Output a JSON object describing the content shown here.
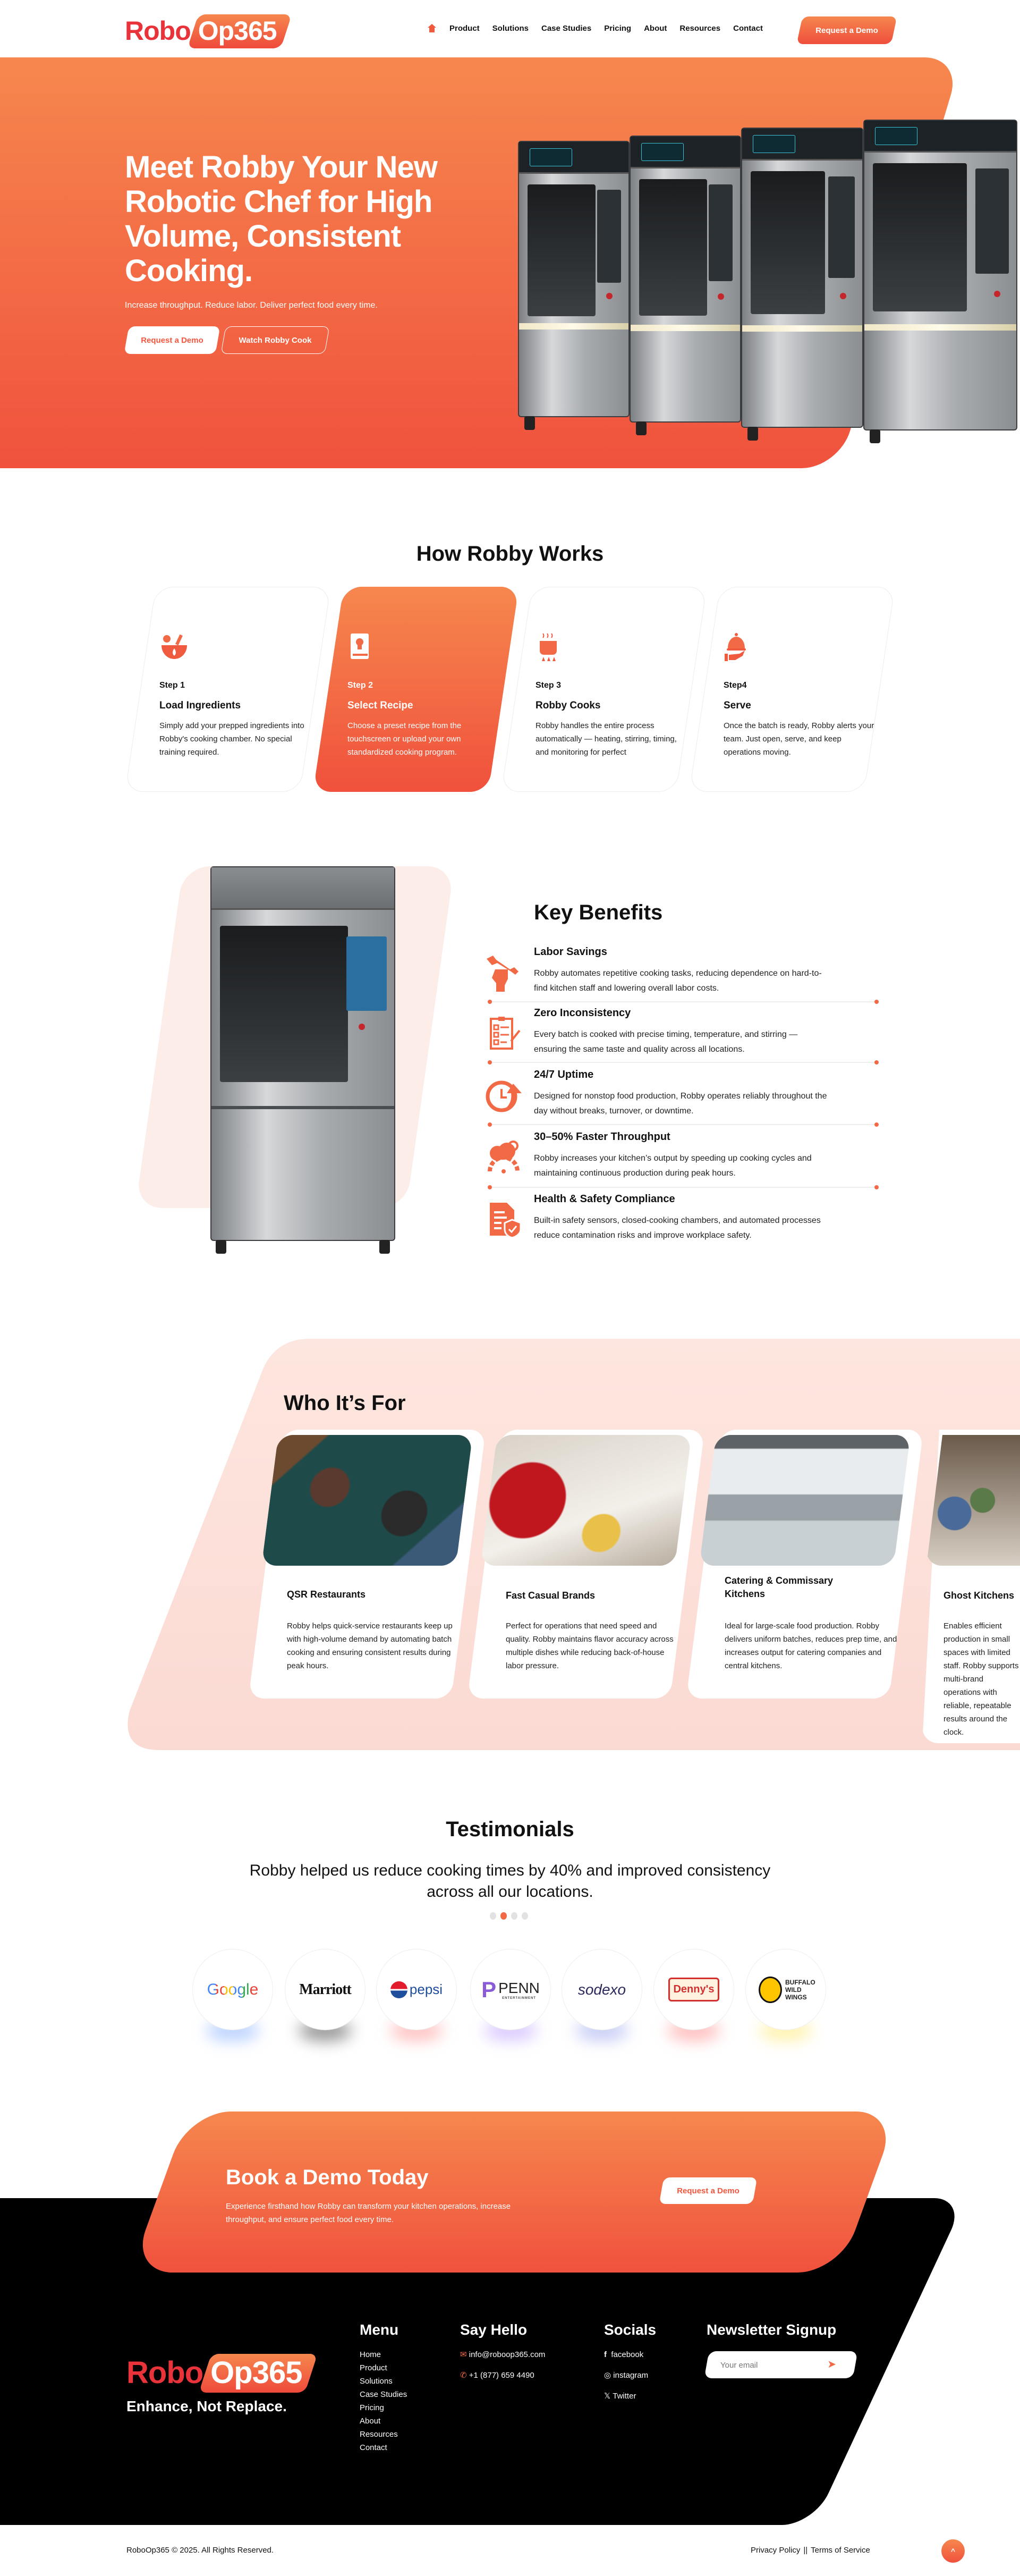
{
  "colors": {
    "accent_top": "#F6874E",
    "accent_bottom": "#F0523D",
    "logo_red": "#E8333A",
    "pink_bg": "#FCE3DC",
    "footer_bg": "#000000"
  },
  "header": {
    "logo": {
      "part1": "Robo",
      "part2": "Op365"
    },
    "home_icon": "home-icon",
    "nav": [
      "Product",
      "Solutions",
      "Case Studies",
      "Pricing",
      "About",
      "Resources",
      "Contact"
    ],
    "cta": "Request a Demo"
  },
  "hero": {
    "headline": "Meet Robby Your New Robotic Chef for High Volume, Consistent Cooking.",
    "subtitle": "Increase throughput. Reduce labor. Deliver perfect food every time.",
    "primary_button": "Request a Demo",
    "secondary_button": "Watch Robby Cook"
  },
  "how": {
    "title": "How Robby Works",
    "steps": [
      {
        "label": "Step 1",
        "title": "Load Ingredients",
        "text": "Simply add your prepped ingredients into Robby's cooking chamber. No special training required.",
        "icon": "ingredients-bowl-icon"
      },
      {
        "label": "Step 2",
        "title": "Select Recipe",
        "text": "Choose a preset recipe from the touchscreen or upload your own standardized cooking program.",
        "icon": "recipe-book-icon"
      },
      {
        "label": "Step 3",
        "title": "Robby Cooks",
        "text": "Robby handles the entire process automatically — heating, stirring, timing, and monitoring for perfect",
        "icon": "cooking-pot-icon"
      },
      {
        "label": "Step4",
        "title": "Serve",
        "text": "Once the batch is ready, Robby alerts your team. Just open, serve, and keep operations moving.",
        "icon": "serving-cloche-icon"
      }
    ]
  },
  "benefits": {
    "title": "Key Benefits",
    "items": [
      {
        "title": "Labor Savings",
        "text": "Robby automates repetitive cooking tasks, reducing dependence on hard-to-find kitchen staff and lowering overall labor costs.",
        "icon": "wrench-hand-icon"
      },
      {
        "title": "Zero Inconsistency",
        "text": "Every batch is cooked with precise timing, temperature, and stirring — ensuring the same taste and quality across all locations.",
        "icon": "checklist-icon"
      },
      {
        "title": "24/7 Uptime",
        "text": "Designed for nonstop food production, Robby operates reliably throughout the day without breaks, turnover, or downtime.",
        "icon": "clock-cycle-icon"
      },
      {
        "title": "30–50% Faster Throughput",
        "text": "Robby increases your kitchen’s output by speeding up cooking cycles and maintaining continuous production during peak hours.",
        "icon": "speed-cloud-icon"
      },
      {
        "title": "Health & Safety Compliance",
        "text": "Built-in safety sensors, closed-cooking chambers, and automated processes reduce contamination risks and improve workplace safety.",
        "icon": "document-shield-icon"
      }
    ]
  },
  "who": {
    "title": "Who It’s For",
    "cards": [
      {
        "title": "QSR Restaurants",
        "text": "Robby helps quick-service restaurants keep up with high-volume demand by automating batch cooking and ensuring consistent results during peak hours."
      },
      {
        "title": "Fast Casual Brands",
        "text": "Perfect for operations that need speed and quality. Robby maintains flavor accuracy across multiple dishes while reducing back-of-house labor pressure."
      },
      {
        "title": "Catering & Commissary Kitchens",
        "text": "Ideal for large-scale food production. Robby delivers uniform batches, reduces prep time, and increases output for catering companies and central kitchens."
      },
      {
        "title": "Ghost Kitchens",
        "text": "Enables efficient production in small spaces with limited staff. Robby supports multi-brand operations with reliable, repeatable results around the clock."
      }
    ]
  },
  "testimonials": {
    "title": "Testimonials",
    "quote": "Robby helped us reduce cooking times by 40% and improved consistency across all our locations.",
    "active_dot": 2,
    "dot_count": 4,
    "logos": [
      "Google",
      "Marriott",
      "pepsi",
      "PENN",
      "sodexo",
      "Denny's",
      "BUFFALO WILD WINGS"
    ],
    "penn_sub": "ENTERTAINMENT"
  },
  "cta_band": {
    "title": "Book a Demo Today",
    "text": "Experience firsthand how Robby can transform your kitchen operations, increase throughput, and ensure perfect food every time.",
    "button": "Request a Demo"
  },
  "footer": {
    "logo": {
      "part1": "Robo",
      "part2": "Op365"
    },
    "tagline": "Enhance, Not Replace.",
    "menu_title": "Menu",
    "menu": [
      "Home",
      "Product",
      "Solutions",
      "Case Studies",
      "Pricing",
      "About",
      "Resources",
      "Contact"
    ],
    "hello_title": "Say Hello",
    "email": "info@roboop365.com",
    "phone": "+1 (877) 659 4490",
    "socials_title": "Socials",
    "socials": [
      "facebook",
      "instagram",
      "Twitter"
    ],
    "newsletter_title": "Newsletter Signup",
    "newsletter_placeholder": "Your email",
    "copyright": "RoboOp365 © 2025. All Rights Reserved.",
    "privacy": "Privacy Policy",
    "separator": "||",
    "terms": "Terms of Service",
    "scroll_top": "^"
  }
}
